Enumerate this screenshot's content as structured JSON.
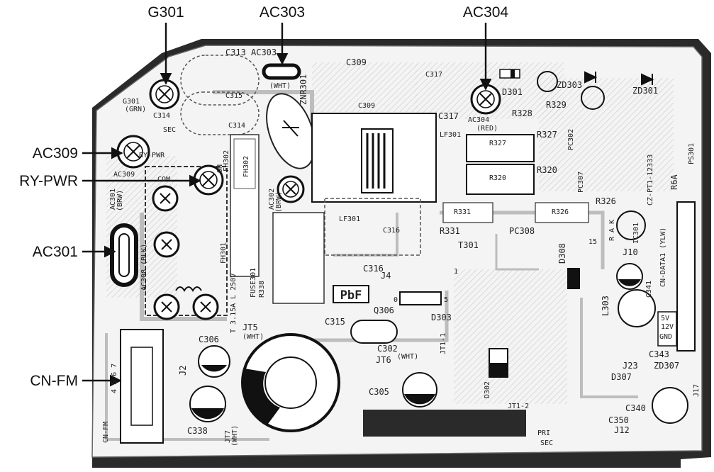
{
  "callouts": {
    "g301": "G301",
    "ac303": "AC303",
    "ac304": "AC304",
    "ac309": "AC309",
    "ry_pwr": "RY-PWR",
    "ac301": "AC301",
    "cn_fm": "CN-FM"
  },
  "silkscreen": {
    "c313": "C313",
    "ac303": "AC303",
    "wht1": "(WHT)",
    "c309a": "C309",
    "c309b": "C309",
    "znr301": "ZNR301",
    "c317a": "C317",
    "c317b": "C317",
    "d301": "D301",
    "zd303": "ZD303",
    "zd301": "ZD301",
    "g301": "G301",
    "grn": "(GRN)",
    "c314a": "C314",
    "c314b": "C314",
    "c315": "C315",
    "ac304": "AC304",
    "red": "(RED)",
    "r328": "R328",
    "r329": "R329",
    "lf301a": "LF301",
    "r327a": "R327",
    "r327b": "R327",
    "pc302": "PC302",
    "ps301": "PS301",
    "ry_pwr": "RY-PWR",
    "no": "NO",
    "fh302a": "FH302",
    "fh302b": "FH302",
    "ac309": "AC309",
    "r320a": "R320",
    "r320b": "R320",
    "pc307": "PC307",
    "r6a": "R6A",
    "ac301": "AC301",
    "brw1": "(BRW)",
    "com": "COM",
    "ac302": "AC302",
    "brw2": "(BRW)",
    "lf301b": "LF301",
    "c316a": "C316",
    "r331a": "R331",
    "r326a": "R326",
    "r326b": "R326",
    "r331b": "R331",
    "pc308": "PC308",
    "d308": "D308",
    "ic301": "IC301",
    "cn_data1": "CN-DATA1 (YLW)",
    "t301": "T301",
    "j10": "J10",
    "c341": "C341",
    "ac308": "AC308 (BLK)",
    "fh301": "FH301",
    "fuse": "T 3.15A L 250V",
    "fuse301": "FUSE301",
    "r338": "R338",
    "c316b": "C316",
    "j4": "J4",
    "pbf": "PbF",
    "q306": "Q306",
    "d303": "D303",
    "l303": "L303",
    "v5": "5V",
    "v12": "12V",
    "gnd": "GND",
    "jt5": "JT5",
    "wht2": "(WHT)",
    "c315b": "C315",
    "c306": "C306",
    "c302": "C302",
    "jt6": "JT6",
    "wht3": "(WHT)",
    "c343": "C343",
    "j23": "J23",
    "zd307": "ZD307",
    "d307": "D307",
    "j2": "J2",
    "c305": "C305",
    "d302": "D302",
    "jt1_1": "JT1-1",
    "jt1_2": "JT1-2",
    "c340": "C340",
    "c350": "C350",
    "j12": "J12",
    "j17": "J17",
    "cn_fm": "CN-FM",
    "pins": "4 5 6 7",
    "c338": "C338",
    "jt7": "JT7",
    "wht4": "(WHT)",
    "pri": "PRI",
    "sec": "SEC",
    "sec2": "SEC",
    "n0": "0",
    "n5": "5",
    "n1": "1",
    "n15": "15",
    "rak": "R A K",
    "pcb_no": "CZ-PT1-12333"
  }
}
